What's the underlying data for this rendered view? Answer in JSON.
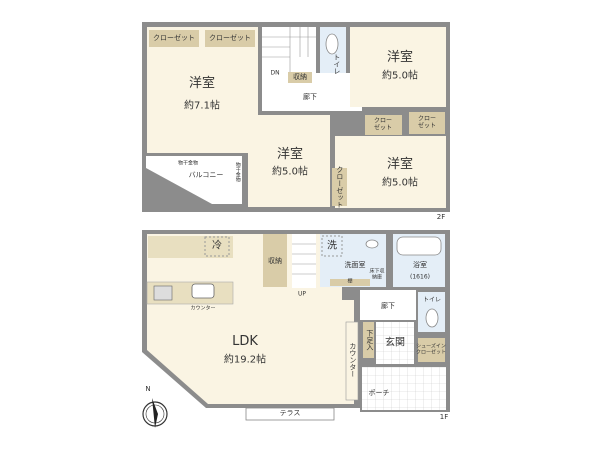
{
  "colors": {
    "wall": "#8c8c8c",
    "room": "#faf4e3",
    "wet": "#e4eef7",
    "closet": "#d9cca8",
    "porch": "#ffffff"
  },
  "floor2": {
    "label": "2F",
    "room_a": {
      "name": "洋室",
      "area": "約7.1帖"
    },
    "room_b": {
      "name": "洋室",
      "area": "約5.0帖"
    },
    "room_c": {
      "name": "洋室",
      "area": "約5.0帖"
    },
    "room_d": {
      "name": "洋室",
      "area": "約5.0帖"
    },
    "closet1": "クローゼット",
    "closet2": "クローゼット",
    "closet3": "クロー\nゼット",
    "closet4": "クロー\nゼット",
    "closet5": "クローゼット",
    "storage": "収納",
    "toilet": "トイレ",
    "hall": "廊下",
    "dn": "DN",
    "balcony": "バルコニー",
    "dryer1": "物干金物",
    "dryer2": "物干金物"
  },
  "floor1": {
    "label": "1F",
    "ldk": {
      "name": "LDK",
      "area": "約19.2帖"
    },
    "fridge": "冷",
    "kitchen_counter": "カウンター",
    "storage": "収納",
    "up": "UP",
    "washroom": "洗面室",
    "washer": "洗",
    "shelf": "棚",
    "under_floor": "床下収納庫",
    "bath": {
      "name": "浴室",
      "size": "(1616)"
    },
    "hall": "廊下",
    "toilet": "トイレ",
    "shoe_box": "下足入",
    "entrance": "玄関",
    "shoe_closet": "シューズイン\nクローゼット",
    "counter": "カウンター",
    "porch": "ポーチ",
    "terrace": "テラス"
  },
  "compass": {
    "north": "N"
  }
}
